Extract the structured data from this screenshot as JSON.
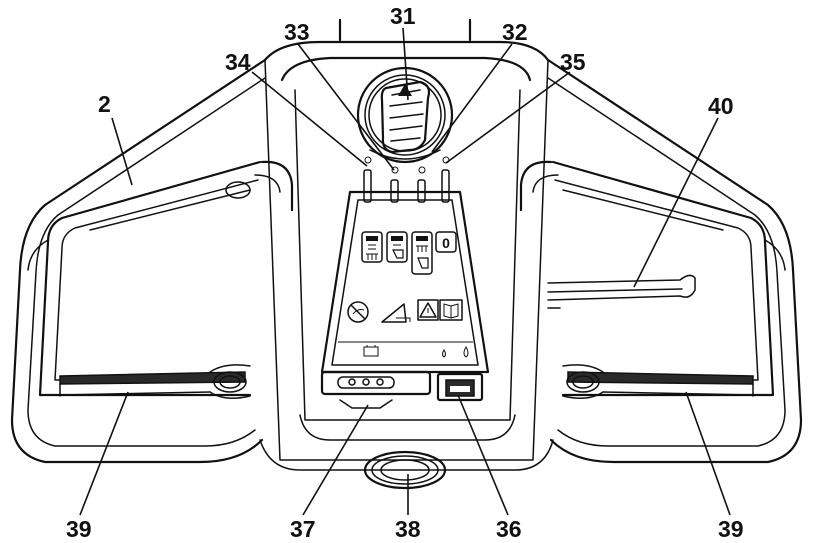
{
  "callouts": {
    "c2": "2",
    "c31": "31",
    "c32": "32",
    "c33": "33",
    "c34": "34",
    "c35": "35",
    "c36": "36",
    "c37": "37",
    "c38": "38",
    "c39_left": "39",
    "c39_right": "39",
    "c40": "40"
  },
  "panel_labels": {
    "zero_symbol": "0"
  },
  "colors": {
    "line": "#111111",
    "background": "#ffffff",
    "rail": "#2a2a2a"
  },
  "icons": {
    "mode_1": "brush-spray-icon",
    "mode_2": "brush-suction-icon",
    "mode_3": "brush-spray-suction-icon",
    "mode_4": "off-icon",
    "prohibited": "no-hose-icon",
    "ramp": "ramp-incline-icon",
    "warning": "warning-triangle-icon",
    "manual": "read-manual-icon",
    "battery": "battery-icon",
    "drops": "water-drops-icon"
  }
}
